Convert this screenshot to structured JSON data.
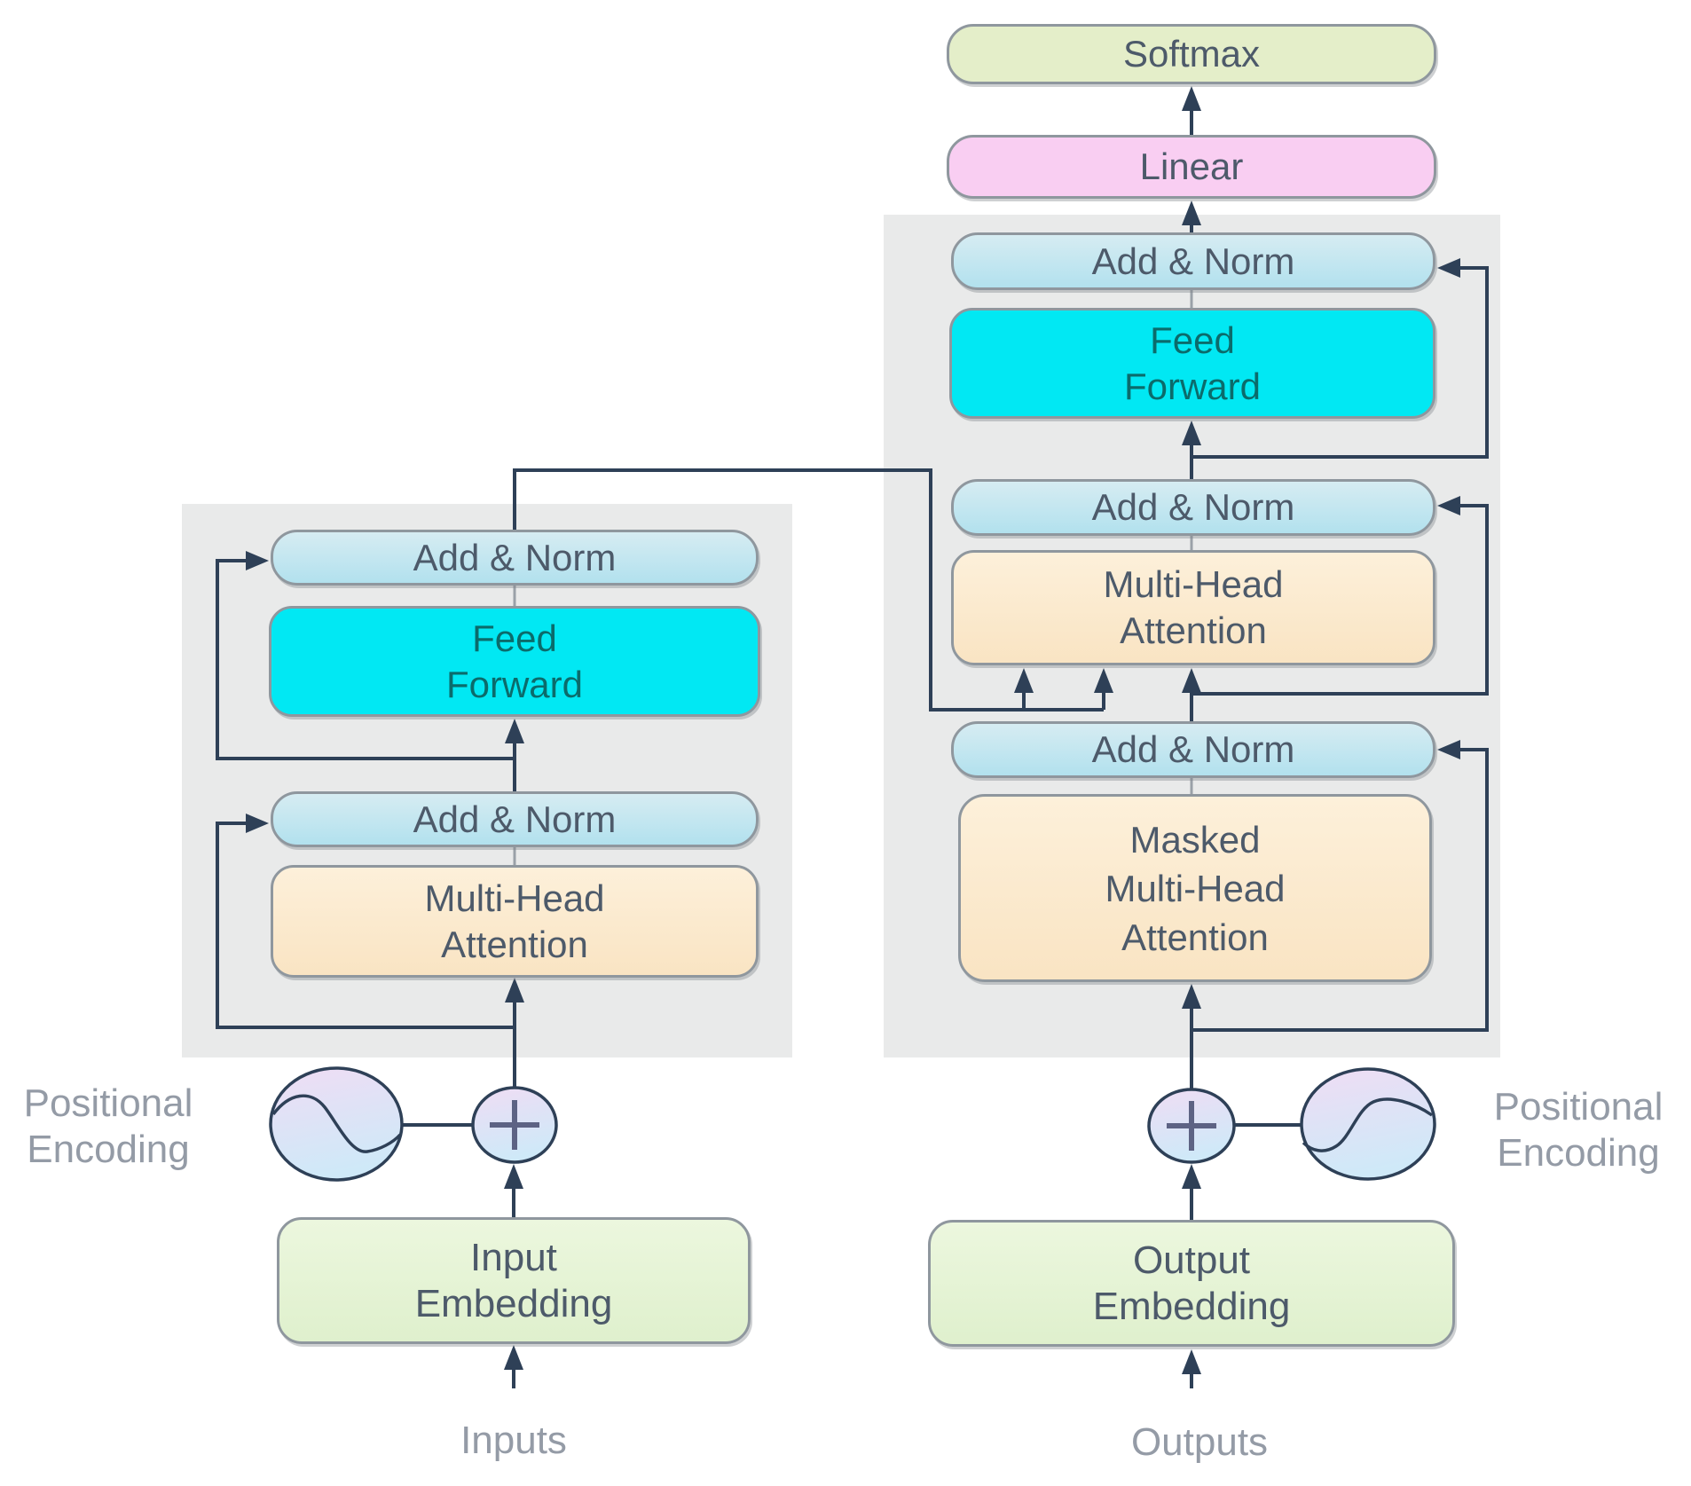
{
  "figure": {
    "kind": "diagram",
    "subject": "Transformer model architecture (encoder-decoder)",
    "encoder": {
      "add_norm_top": "Add & Norm",
      "feed_forward": "Feed\nForward",
      "add_norm_bottom": "Add & Norm",
      "multi_head_attention": "Multi-Head\nAttention",
      "input_embedding": "Input\nEmbedding",
      "inputs_label": "Inputs",
      "positional_encoding_label": "Positional\nEncoding"
    },
    "decoder": {
      "softmax": "Softmax",
      "linear": "Linear",
      "add_norm_top": "Add & Norm",
      "feed_forward": "Feed\nForward",
      "add_norm_mid": "Add & Norm",
      "multi_head_attention": "Multi-Head\nAttention",
      "add_norm_bottom": "Add & Norm",
      "masked_multi_head_attention": "Masked\nMulti-Head\nAttention",
      "output_embedding": "Output\nEmbedding",
      "outputs_label": "Outputs",
      "positional_encoding_label": "Positional\nEncoding"
    },
    "colors": {
      "panel_gray": "#e9eaea",
      "wire_navy": "#2e4057",
      "border_gray": "#8f979e",
      "add_norm_blue": "#b2e1ee",
      "feed_forward_cyan": "#01e8f3",
      "attention_peach": "#f9e4c3",
      "softmax_green": "#e4eec9",
      "linear_pink": "#f9cef2",
      "embedding_green": "#e3f2d2",
      "circle_lavender": "#efdcf4",
      "circle_blue": "#cfe9f8",
      "muted_label_gray": "#949ba6",
      "box_text_slate": "#4d5a6a",
      "feed_forward_text_teal": "#0b6b6b"
    }
  }
}
